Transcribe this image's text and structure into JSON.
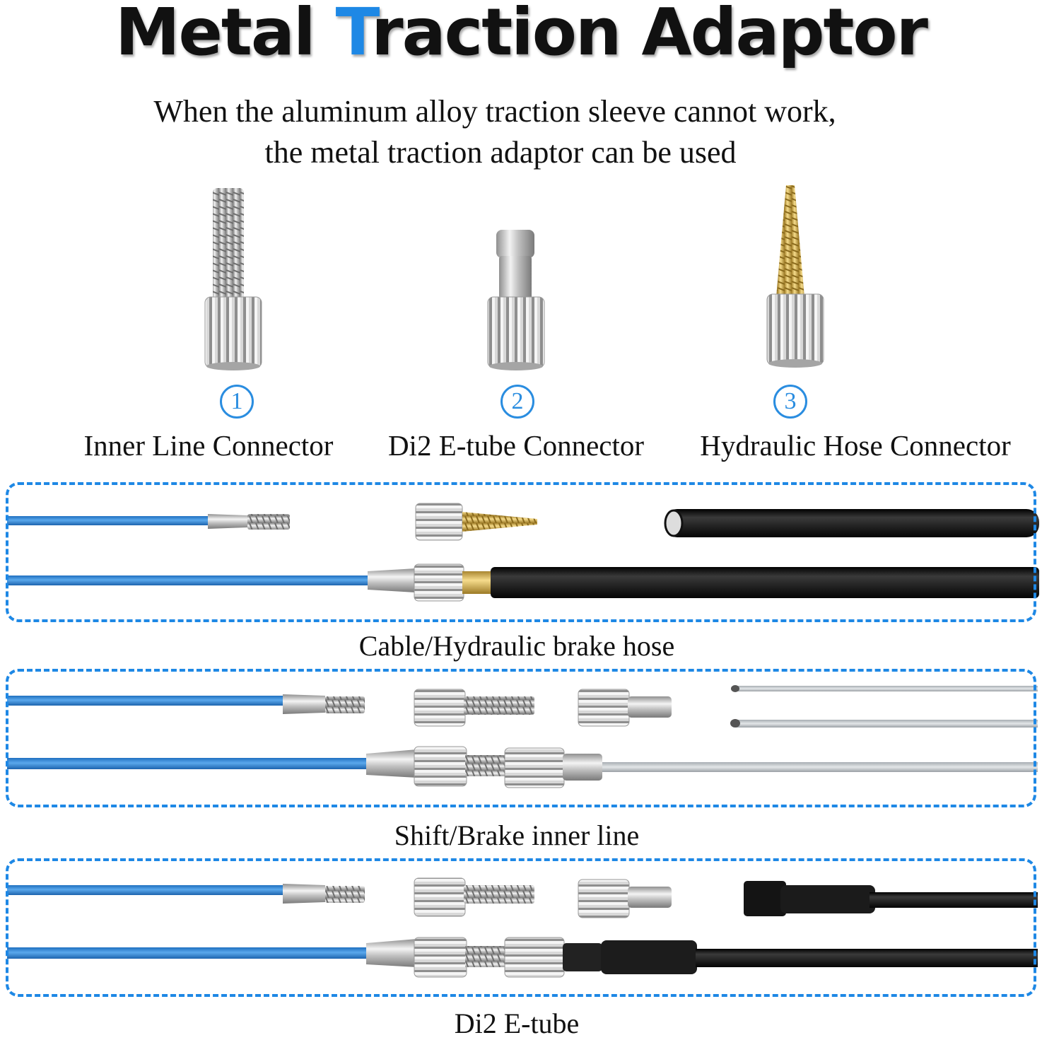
{
  "title": {
    "part1": "Metal ",
    "accent": "T",
    "part2": "raction Adaptor"
  },
  "subtitle": {
    "line1": "When the aluminum alloy traction sleeve cannot work,",
    "line2": "the metal traction adaptor can be used"
  },
  "products": [
    {
      "number": "1",
      "label": "Inner Line Connector"
    },
    {
      "number": "2",
      "label": "Di2 E-tube Connector"
    },
    {
      "number": "3",
      "label": "Hydraulic Hose Connector"
    }
  ],
  "sections": [
    {
      "caption": "Cable/Hydraulic brake hose"
    },
    {
      "caption": "Shift/Brake inner line"
    },
    {
      "caption": "Di2 E-tube"
    }
  ],
  "colors": {
    "accent": "#1e88e5",
    "cable_blue": "#2f86d6",
    "hose_black": "#151515",
    "brass": "#d9b458",
    "silver": "#c8c8c8"
  }
}
